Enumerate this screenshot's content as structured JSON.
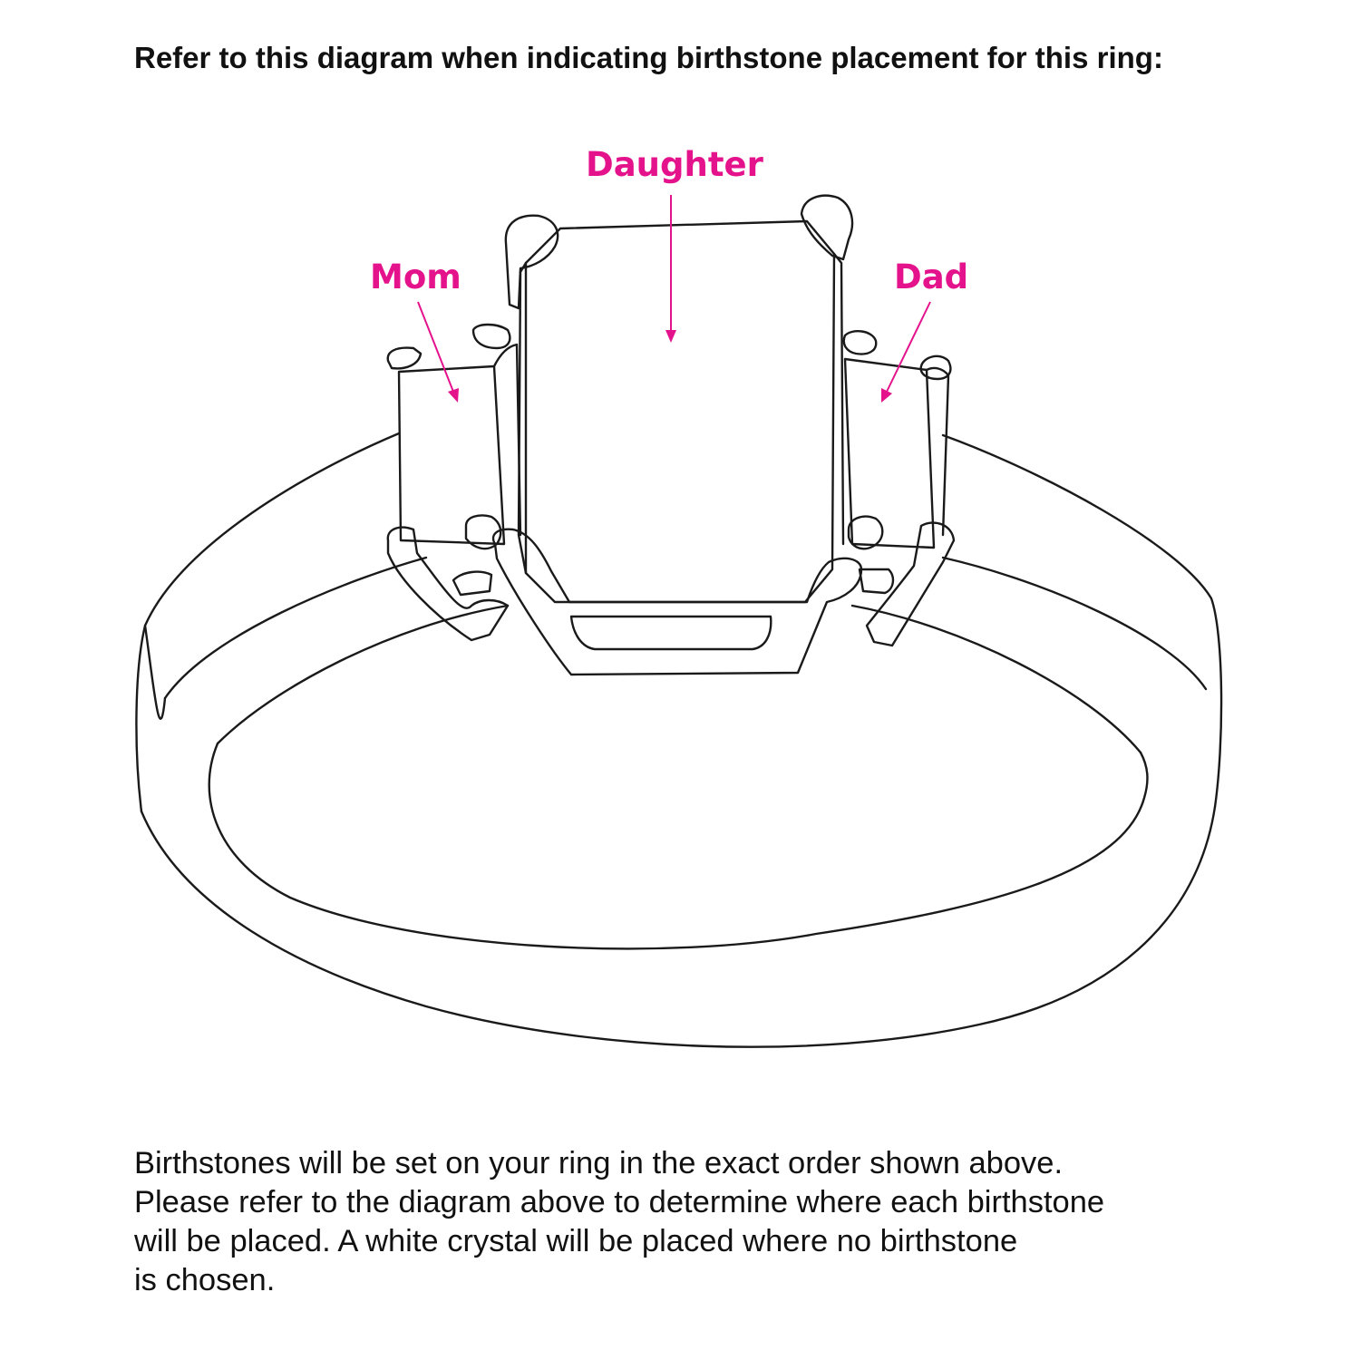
{
  "heading": "Refer to this diagram when indicating birthstone placement for this ring:",
  "labels": {
    "daughter": "Daughter",
    "mom": "Mom",
    "dad": "Dad"
  },
  "note_lines": [
    "Birthstones will be set on your ring in the exact order shown above.",
    "Please refer to the diagram above to determine where each birthstone",
    "will be placed. A white crystal will be placed where no birthstone",
    "is chosen."
  ],
  "colors": {
    "label": "#e4138c",
    "line_art": "#1a1a1a",
    "text": "#111111"
  }
}
